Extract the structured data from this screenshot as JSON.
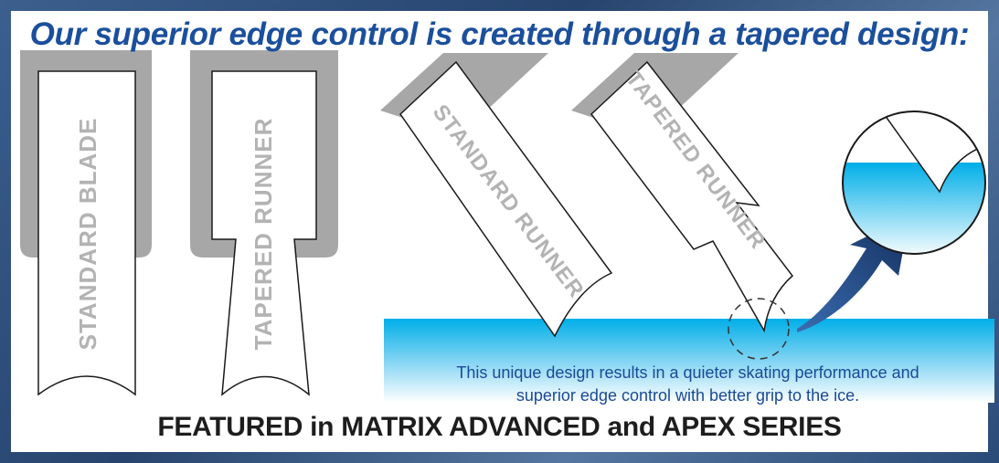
{
  "headline": "Our superior edge control is created through a tapered design:",
  "labels": {
    "standard_blade": "STANDARD BLADE",
    "tapered_runner_vertical": "TAPERED RUNNER",
    "standard_runner": "STANDARD RUNNER",
    "tapered_runner_angled": "TAPERED RUNNER"
  },
  "caption": {
    "line1": "This unique design results in a quieter skating performance and",
    "line2": "superior edge control with better grip to the ice."
  },
  "footer": "FEATURED in MATRIX ADVANCED and APEX SERIES",
  "colors": {
    "headline": "#1b4f9c",
    "holder_gray": "#a7a7a7",
    "ice_blue": "#00aee8",
    "arrow_navy": "#1f3f7a",
    "frame_blue": "#2d4f7c"
  }
}
